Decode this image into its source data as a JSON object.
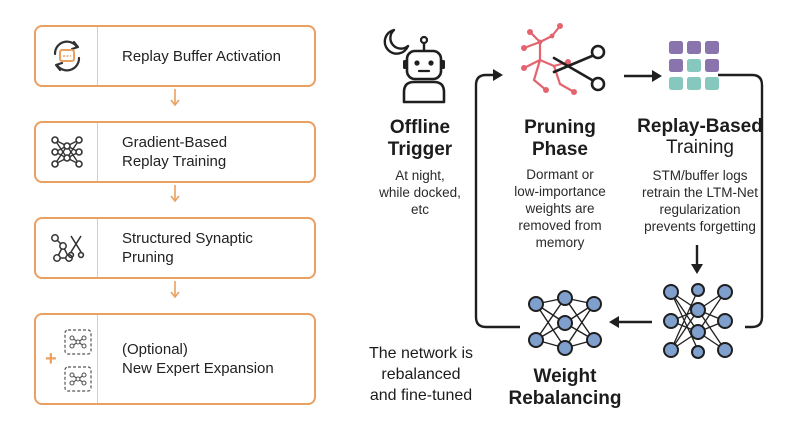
{
  "steps": [
    {
      "label_lines": [
        "Replay Buffer Activation"
      ],
      "icon": "buffer-cycle-icon"
    },
    {
      "label_lines": [
        "Gradient-Based",
        "Replay Training"
      ],
      "icon": "neural-net-icon"
    },
    {
      "label_lines": [
        "Structured Synaptic",
        "Pruning"
      ],
      "icon": "prune-scissors-icon"
    },
    {
      "label_lines": [
        "(Optional)",
        "New Expert Expansion"
      ],
      "icon": "expert-expansion-icon"
    }
  ],
  "expansion_plus": "+",
  "diagram": {
    "offline": {
      "title_lines": [
        "Offline",
        "Trigger"
      ],
      "desc_lines": [
        "At night,",
        "while docked,",
        "etc"
      ],
      "icon": "robot-moon-icon"
    },
    "pruning": {
      "title_lines": [
        "Pruning",
        "Phase"
      ],
      "desc_lines": [
        "Dormant or",
        "low-importance",
        "weights are",
        "removed from",
        "memory"
      ],
      "icon": "pruning-scissors-icon"
    },
    "replay": {
      "title_line": "Replay-Based",
      "subtitle_line": "Training",
      "desc_lines": [
        "STM/buffer logs",
        "retrain the LTM-Net",
        "regularization",
        "prevents forgetting"
      ],
      "icon": "memory-grid-icon"
    },
    "weight": {
      "title_lines": [
        "Weight",
        "Rebalancing"
      ],
      "icon": "network-icon"
    },
    "note_lines": [
      "The network is",
      "rebalanced",
      "and fine-tuned"
    ]
  },
  "colors": {
    "step_border": "#e9a060",
    "arrow_orange": "#e9a060",
    "net_node": "#7f9fcd",
    "prune_red": "#e4646e",
    "grid_purple": "#8a74ad",
    "grid_teal": "#86c8bd"
  }
}
